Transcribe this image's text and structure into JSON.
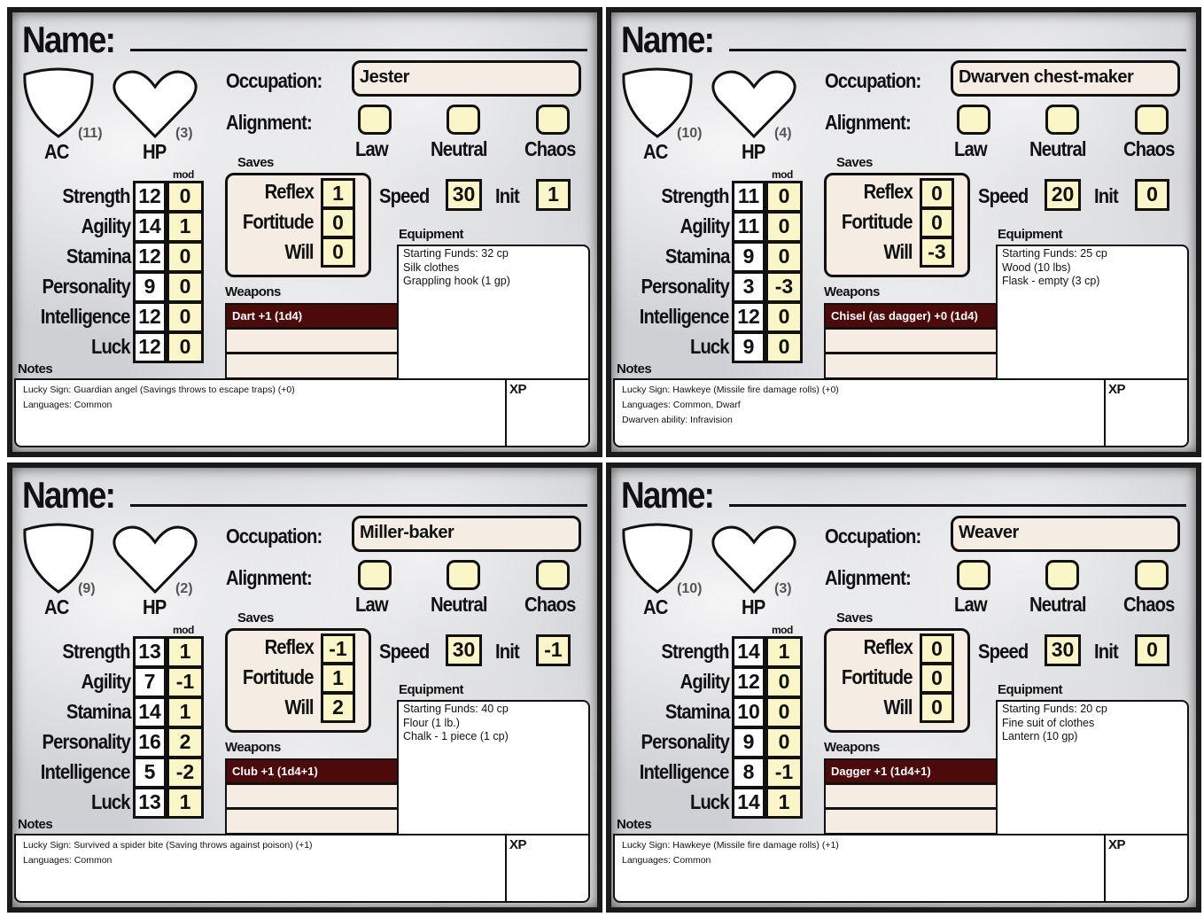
{
  "labels": {
    "name": "Name:",
    "ac": "AC",
    "hp": "HP",
    "occupation": "Occupation:",
    "alignment": "Alignment:",
    "law": "Law",
    "neutral": "Neutral",
    "chaos": "Chaos",
    "saves": "Saves",
    "mod": "mod",
    "reflex": "Reflex",
    "fortitude": "Fortitude",
    "will": "Will",
    "speed": "Speed",
    "init": "Init",
    "equipment": "Equipment",
    "weapons": "Weapons",
    "notes": "Notes",
    "xp": "XP"
  },
  "stat_labels": [
    "Strength",
    "Agility",
    "Stamina",
    "Personality",
    "Intelligence",
    "Luck"
  ],
  "cards": [
    {
      "name": "",
      "ac": "(11)",
      "hp": "(3)",
      "occupation": "Jester",
      "scores": [
        "12",
        "14",
        "12",
        "9",
        "12",
        "12"
      ],
      "mods": [
        "0",
        "1",
        "0",
        "0",
        "0",
        "0"
      ],
      "saves": [
        "1",
        "0",
        "0"
      ],
      "speed": "30",
      "init": "1",
      "equipment": [
        "Starting Funds: 32 cp",
        "Silk clothes",
        "Grappling hook (1 gp)"
      ],
      "weapons": [
        "Dart +1 (1d4)",
        "",
        ""
      ],
      "notes": [
        "Lucky Sign: Guardian angel (Savings throws to escape traps) (+0)",
        "Languages: Common"
      ]
    },
    {
      "name": "",
      "ac": "(10)",
      "hp": "(4)",
      "occupation": "Dwarven chest-maker",
      "scores": [
        "11",
        "11",
        "9",
        "3",
        "12",
        "9"
      ],
      "mods": [
        "0",
        "0",
        "0",
        "-3",
        "0",
        "0"
      ],
      "saves": [
        "0",
        "0",
        "-3"
      ],
      "speed": "20",
      "init": "0",
      "equipment": [
        "Starting Funds: 25 cp",
        "Wood (10 lbs)",
        "Flask - empty (3 cp)"
      ],
      "weapons": [
        "Chisel (as dagger) +0 (1d4)",
        "",
        ""
      ],
      "notes": [
        "Lucky Sign: Hawkeye (Missile fire damage rolls) (+0)",
        "Languages: Common, Dwarf",
        "Dwarven ability: Infravision"
      ]
    },
    {
      "name": "",
      "ac": "(9)",
      "hp": "(2)",
      "occupation": "Miller-baker",
      "scores": [
        "13",
        "7",
        "14",
        "16",
        "5",
        "13"
      ],
      "mods": [
        "1",
        "-1",
        "1",
        "2",
        "-2",
        "1"
      ],
      "saves": [
        "-1",
        "1",
        "2"
      ],
      "speed": "30",
      "init": "-1",
      "equipment": [
        "Starting Funds: 40 cp",
        "Flour (1 lb.)",
        "Chalk - 1 piece (1 cp)"
      ],
      "weapons": [
        "Club +1 (1d4+1)",
        "",
        ""
      ],
      "notes": [
        "Lucky Sign: Survived a spider bite (Saving throws against poison) (+1)",
        "Languages: Common"
      ]
    },
    {
      "name": "",
      "ac": "(10)",
      "hp": "(3)",
      "occupation": "Weaver",
      "scores": [
        "14",
        "12",
        "10",
        "9",
        "8",
        "14"
      ],
      "mods": [
        "1",
        "0",
        "0",
        "0",
        "-1",
        "1"
      ],
      "saves": [
        "0",
        "0",
        "0"
      ],
      "speed": "30",
      "init": "0",
      "equipment": [
        "Starting Funds: 20 cp",
        "Fine suit of clothes",
        "Lantern (10 gp)"
      ],
      "weapons": [
        "Dagger +1 (1d4+1)",
        "",
        ""
      ],
      "notes": [
        "Lucky Sign: Hawkeye (Missile fire damage rolls) (+1)",
        "Languages: Common"
      ]
    }
  ]
}
